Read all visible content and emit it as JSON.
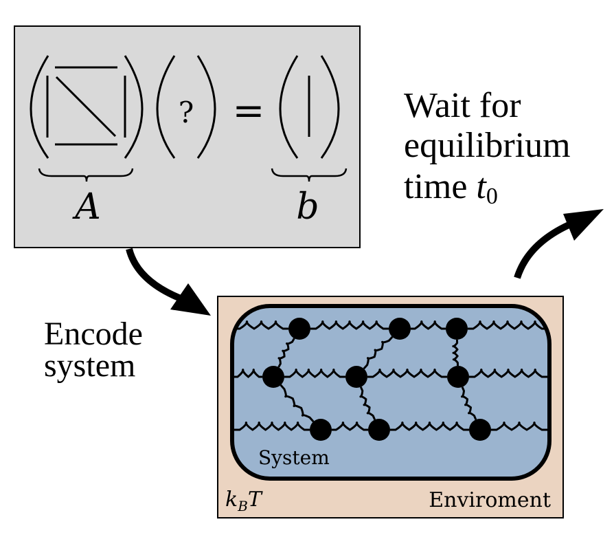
{
  "equation": {
    "matrix_label": "A",
    "unknown_symbol": "?",
    "equals_symbol": "=",
    "vector_label": "b"
  },
  "labels": {
    "encode_line1": "Encode",
    "encode_line2": "system",
    "wait_line1": "Wait for",
    "wait_line2": "equilibrium",
    "wait_line3_text": "time ",
    "wait_line3_var": "t",
    "wait_line3_sub": "0",
    "system": "System",
    "environment": "Enviroment",
    "temperature_k": "k",
    "temperature_sub": "B",
    "temperature_T": "T"
  },
  "colors": {
    "equation_box": "#d9d9d9",
    "environment": "#ebd4c1",
    "system": "#9bb4cf",
    "ink": "#000000"
  },
  "network": {
    "rows": 3,
    "beads_per_row": 3
  }
}
